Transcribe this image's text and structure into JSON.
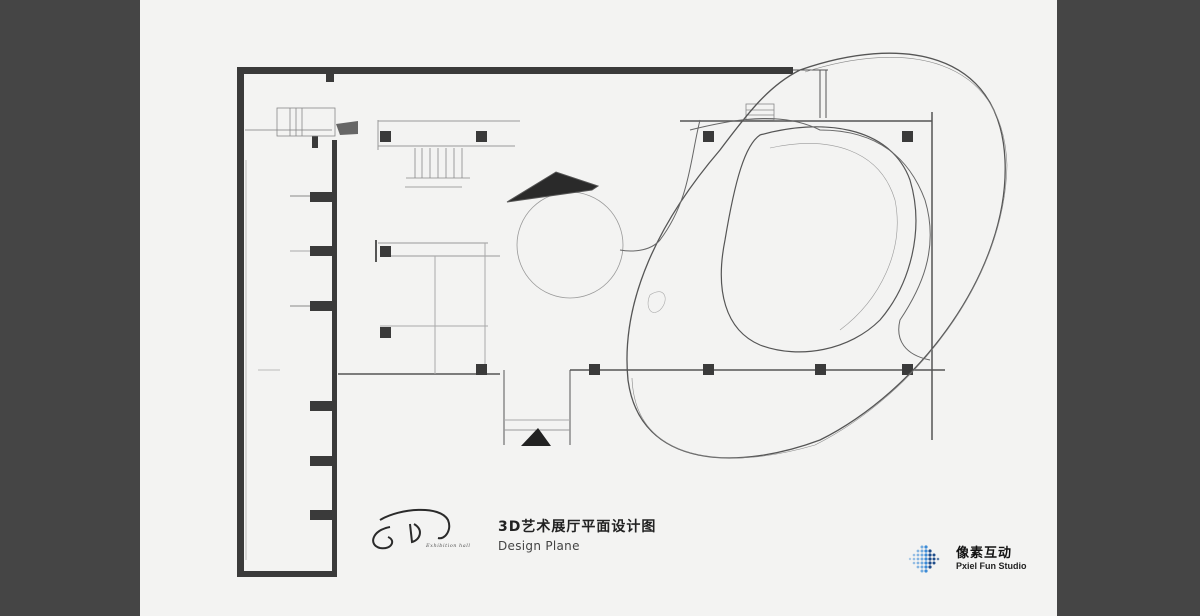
{
  "canvas": {
    "background_color": "#454545",
    "paper_color": "#f3f3f2",
    "ink_color": "#3a3a3a"
  },
  "title_block": {
    "title_cn": "3D艺术展厅平面设计图",
    "title_en": "Design Plane",
    "logo_text": "3D",
    "logo_subtitle": "Exhibition hall"
  },
  "studio": {
    "name_cn": "像素互动",
    "name_en": "Pxiel Fun Studio",
    "brand_color": "#3a8ad6"
  },
  "plan": {
    "elements": [
      "outer-wall",
      "left-corridor",
      "stairs",
      "columns",
      "round-platform",
      "triangle-sculpture",
      "large-oval-boundary",
      "inner-oval-pool",
      "entrance"
    ]
  }
}
